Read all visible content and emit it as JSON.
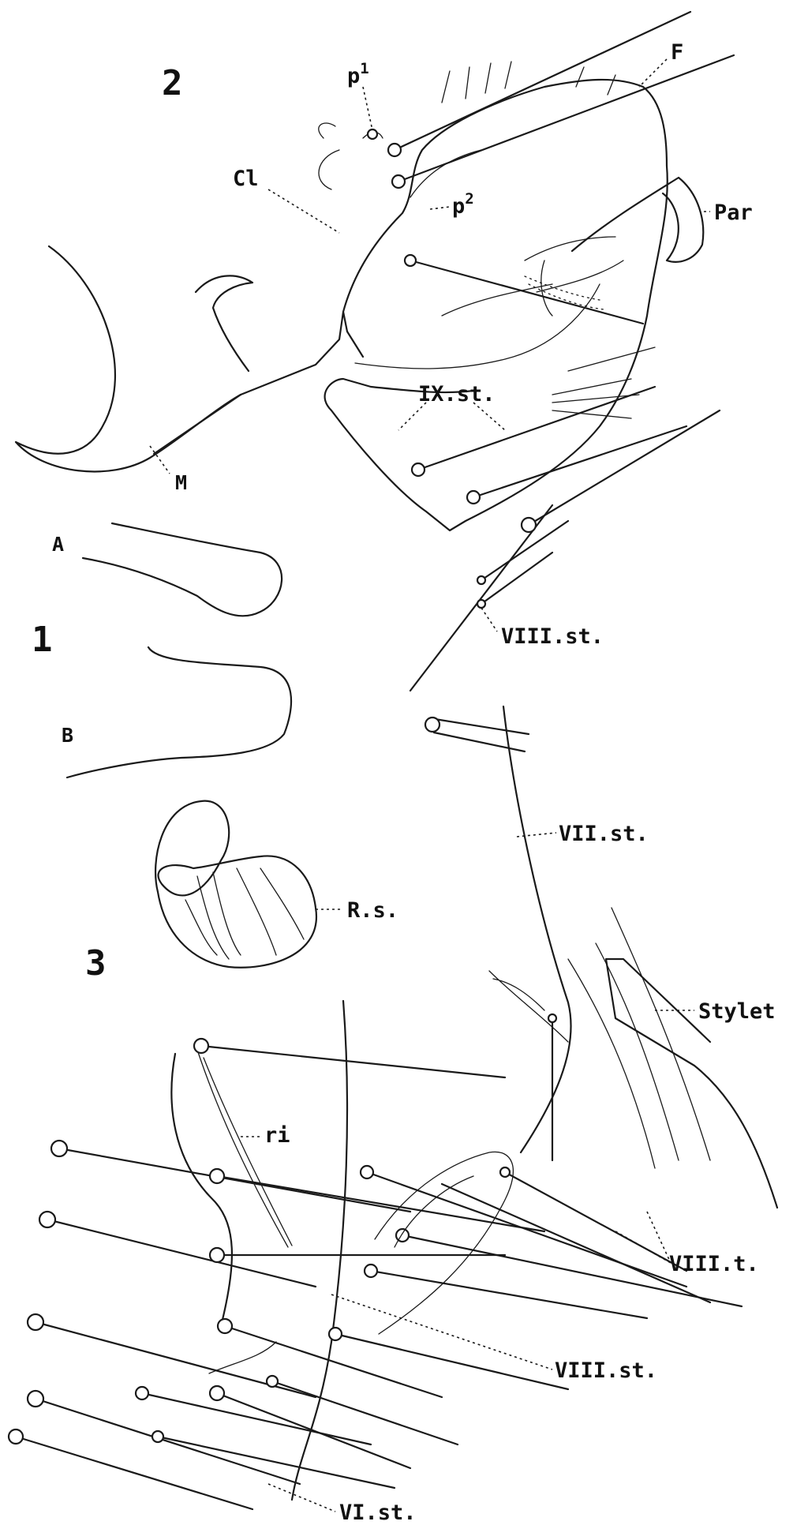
{
  "figures": [
    {
      "number": "2",
      "labels": [
        "p1",
        "F",
        "Cl",
        "p2",
        "Par",
        "IX.st.",
        "M",
        "VIII.st."
      ]
    },
    {
      "number": "1",
      "labels": [
        "A",
        "B"
      ]
    },
    {
      "number": "3",
      "labels": [
        "VII.st.",
        "R.s.",
        "Stylet",
        "ri",
        "VIII.t.",
        "VIII.st.",
        "VI.st."
      ]
    }
  ],
  "fig2": {
    "number": "2",
    "p1_base": "p",
    "p1_sup": "1",
    "F": "F",
    "Cl": "Cl",
    "p2_base": "p",
    "p2_sup": "2",
    "Par": "Par",
    "IX_st": "IX.st.",
    "M": "M",
    "VIII_st": "VIII.st."
  },
  "fig1": {
    "number": "1",
    "A": "A",
    "B": "B"
  },
  "fig3": {
    "number": "3",
    "VII_st": "VII.st.",
    "Rs": "R.s.",
    "Stylet": "Stylet",
    "ri": "ri",
    "VIII_t": "VIII.t.",
    "VIII_st": "VIII.st.",
    "VI_st": "VI.st."
  }
}
